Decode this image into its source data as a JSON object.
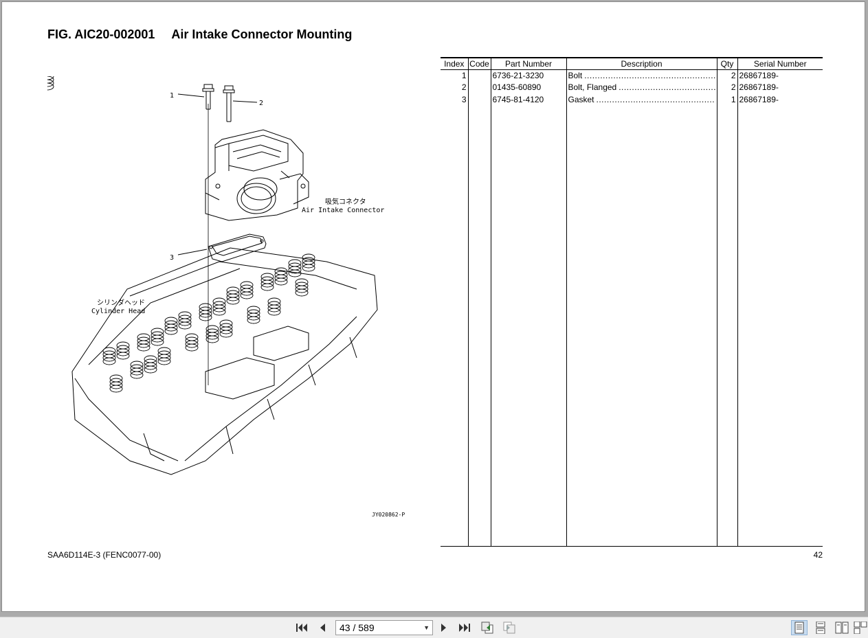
{
  "figure": {
    "code": "FIG. AIC20-002001",
    "name": "Air Intake Connector Mounting"
  },
  "drawing": {
    "callout_1": "1",
    "callout_2": "2",
    "callout_3": "3",
    "label_connector_jp": "吸気コネクタ",
    "label_connector_en": "Air Intake Connector",
    "label_head_jp": "シリンダヘッド",
    "label_head_en": "Cylinder Head",
    "drawing_code": "JY020862-P"
  },
  "table": {
    "headers": {
      "index": "Index",
      "code": "Code",
      "part_number": "Part Number",
      "description": "Description",
      "qty": "Qty",
      "serial": "Serial Number"
    },
    "rows": [
      {
        "index": "1",
        "code": "",
        "part_number": "6736-21-3230",
        "description": "Bolt",
        "qty": "2",
        "serial": "26867189-"
      },
      {
        "index": "2",
        "code": "",
        "part_number": "01435-60890",
        "description": "Bolt, Flanged",
        "qty": "2",
        "serial": "26867189-"
      },
      {
        "index": "3",
        "code": "",
        "part_number": "6745-81-4120",
        "description": "Gasket",
        "qty": "1",
        "serial": "26867189-"
      }
    ]
  },
  "footer": {
    "model": "SAA6D114E-3 (FENC0077-00)",
    "page_number": "42"
  },
  "toolbar": {
    "page_indicator": "43 / 589",
    "icons": [
      "first-page-icon",
      "prev-page-icon",
      "next-page-icon",
      "last-page-icon",
      "go-back-view-icon",
      "go-forward-view-icon",
      "single-page-view-icon",
      "continuous-view-icon",
      "facing-view-icon",
      "continuous-facing-view-icon"
    ]
  }
}
